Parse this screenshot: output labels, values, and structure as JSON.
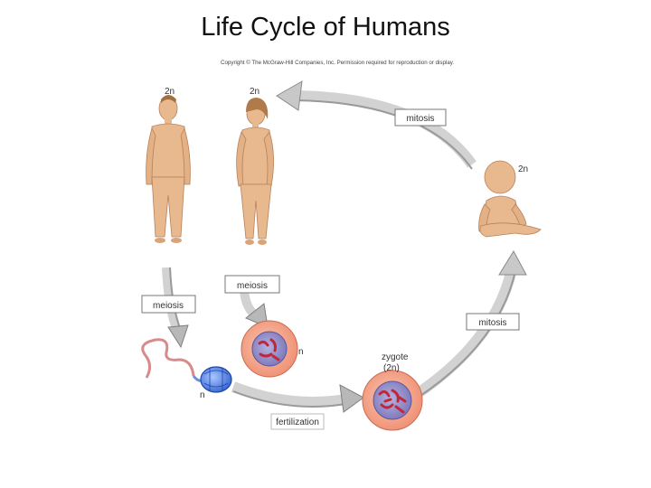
{
  "title": "Life Cycle of Humans",
  "copyright": "Copyright © The McGraw-Hill Companies, Inc. Permission required for reproduction or display.",
  "labels": {
    "male_ploidy": "2n",
    "female_ploidy": "2n",
    "baby_ploidy": "2n",
    "sperm_ploidy": "n",
    "egg_ploidy": "n",
    "zygote": "zygote",
    "zygote_ploidy": "(2n)"
  },
  "boxes": {
    "mitosis_top": "mitosis",
    "mitosis_right": "mitosis",
    "meiosis_left": "meiosis",
    "meiosis_center": "meiosis",
    "fertilization": "fertilization"
  },
  "colors": {
    "skin": "#e8b98e",
    "skin_shadow": "#c9936a",
    "arrow": "#9a9a9a",
    "arrow_dark": "#6f6f6f",
    "cell_outer": "#f2a48a",
    "cell_inner": "#8a86c4",
    "chromosome": "#c0283a",
    "sperm_blue": "#3a6fd8"
  }
}
